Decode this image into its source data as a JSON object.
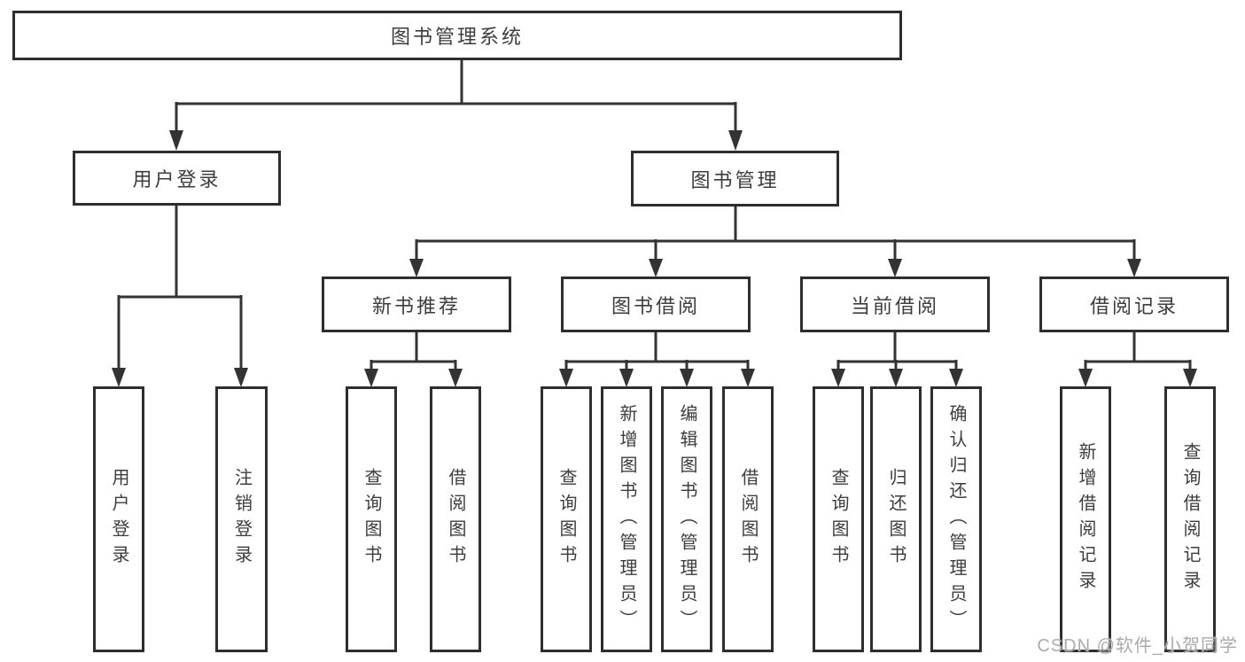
{
  "diagram": {
    "root": {
      "label": "图书管理系统"
    },
    "level2": [
      {
        "id": "user-login",
        "label": "用户登录"
      },
      {
        "id": "book-management",
        "label": "图书管理"
      }
    ],
    "level3": [
      {
        "id": "new-book-recommend",
        "label": "新书推荐"
      },
      {
        "id": "book-borrow",
        "label": "图书借阅"
      },
      {
        "id": "current-borrow",
        "label": "当前借阅"
      },
      {
        "id": "borrow-records",
        "label": "借阅记录"
      }
    ],
    "leaves": [
      {
        "parent": "user-login",
        "label": "用户登录"
      },
      {
        "parent": "user-login",
        "label": "注销登录"
      },
      {
        "parent": "new-book-recommend",
        "label": "查询图书"
      },
      {
        "parent": "new-book-recommend",
        "label": "借阅图书"
      },
      {
        "parent": "book-borrow",
        "label": "查询图书"
      },
      {
        "parent": "book-borrow",
        "label": "新增图书（管理员）"
      },
      {
        "parent": "book-borrow",
        "label": "编辑图书（管理员）"
      },
      {
        "parent": "book-borrow",
        "label": "借阅图书"
      },
      {
        "parent": "current-borrow",
        "label": "查询图书"
      },
      {
        "parent": "current-borrow",
        "label": "归还图书"
      },
      {
        "parent": "current-borrow",
        "label": "确认归还（管理员）"
      },
      {
        "parent": "borrow-records",
        "label": "新增借阅记录"
      },
      {
        "parent": "borrow-records",
        "label": "查询借阅记录"
      }
    ],
    "watermark": "CSDN @软件_小贺同学",
    "colors": {
      "line": "#333333",
      "box_border": "#2e2e2e",
      "text": "#3d3d3d",
      "watermark": "#ababab",
      "background": "#ffffff"
    }
  }
}
